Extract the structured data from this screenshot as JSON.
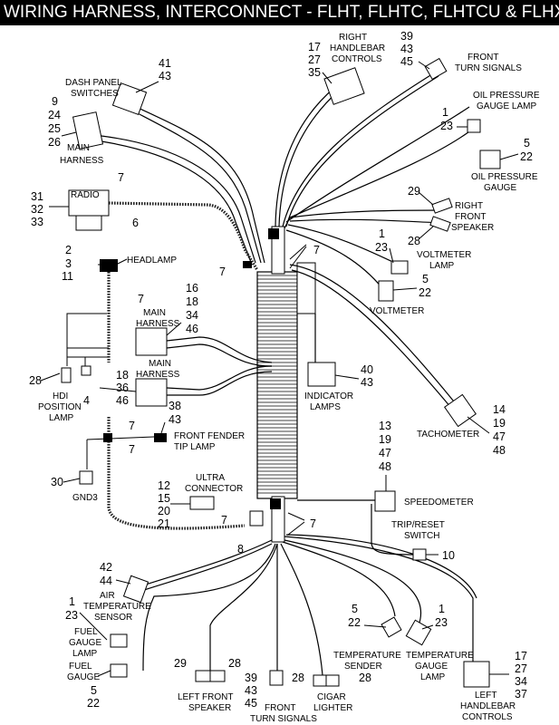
{
  "title": "WIRING HARNESS, INTERCONNECT - FLHT, FLHTC, FLHTCU & FLHX",
  "callouts": {
    "c41_43": [
      "41",
      "43"
    ],
    "dash_panel": [
      "DASH PANEL",
      "SWITCHES"
    ],
    "c9_26": [
      "9",
      "24",
      "25",
      "26"
    ],
    "main_harness_top": [
      "MAIN",
      "HARNESS"
    ],
    "c7_radio": "7",
    "radio": "RADIO",
    "c31_33": [
      "31",
      "32",
      "33"
    ],
    "c6": "6",
    "c2_3_11": [
      "2",
      "3",
      "11"
    ],
    "headlamp": "HEADLAMP",
    "c7_headlamp": "7",
    "c7_left": "7",
    "c16_46": [
      "16",
      "18",
      "34",
      "46"
    ],
    "main_harness_mid": [
      "MAIN",
      "HARNESS"
    ],
    "c28_hdi": "28",
    "c4": "4",
    "hdi": [
      "HDI",
      "POSITION",
      "LAMP"
    ],
    "c18_46": [
      "18",
      "36",
      "46"
    ],
    "main_harness_low": [
      "MAIN",
      "HARNESS"
    ],
    "c38": "38",
    "c43_fender": "43",
    "front_fender": [
      "FRONT FENDER",
      "TIP LAMP"
    ],
    "c7_fender_a": "7",
    "c7_fender_b": "7",
    "c30": "30",
    "gnd3": "GND3",
    "c12_21": [
      "12",
      "15",
      "20",
      "21"
    ],
    "ultra": [
      "ULTRA",
      "CONNECTOR"
    ],
    "c7_ultra": "7",
    "c8": "8",
    "c42_44": [
      "42",
      "44"
    ],
    "air_temp": [
      "AIR",
      "TEMPERATURE",
      "SENSOR"
    ],
    "c1_23_air": [
      "1",
      "23"
    ],
    "fuel_gauge_lamp": [
      "FUEL",
      "GAUGE",
      "LAMP"
    ],
    "fuel_gauge": [
      "FUEL",
      "GAUGE"
    ],
    "c5_22_fuel": [
      "5",
      "22"
    ],
    "c29_left": "29",
    "c28_left": "28",
    "left_front_speaker": [
      "LEFT FRONT",
      "SPEAKER"
    ],
    "c39_45_bottom": [
      "39",
      "43",
      "45"
    ],
    "front_turn_bottom": [
      "FRONT",
      "TURN SIGNALS"
    ],
    "c28_cigar_a": "28",
    "c28_cigar_b": "28",
    "cigar": [
      "CIGAR",
      "LIGHTER"
    ],
    "c5_22_temp": [
      "5",
      "22"
    ],
    "temp_sender": "TEMPERATURE",
    "sender": "SENDER",
    "c1_23_temp": [
      "1",
      "23"
    ],
    "temp_gauge_lamp": [
      "TEMPERATURE",
      "GAUGE",
      "LAMP"
    ],
    "c17_37": [
      "17",
      "27",
      "34",
      "37"
    ],
    "left_handlebar": [
      "LEFT",
      "HANDLEBAR",
      "CONTROLS"
    ],
    "c17_35": [
      "17",
      "27",
      "35"
    ],
    "right_handlebar": [
      "RIGHT",
      "HANDLEBAR",
      "CONTROLS"
    ],
    "c39_45_top": [
      "39",
      "43",
      "45"
    ],
    "front_turn_top": [
      "FRONT",
      "TURN SIGNALS"
    ],
    "oil_lamp": [
      "OIL PRESSURE",
      "GAUGE LAMP"
    ],
    "c1_23_oil": [
      "1",
      "23"
    ],
    "c5_22_oil": [
      "5",
      "22"
    ],
    "oil_gauge": [
      "OIL PRESSURE",
      "GAUGE"
    ],
    "c29_right": "29",
    "right_speaker": [
      "RIGHT",
      "FRONT",
      "SPEAKER"
    ],
    "c28_right": "28",
    "c7_right_top": "7",
    "c1_23_volt": [
      "1",
      "23"
    ],
    "volt_lamp": [
      "VOLTMETER",
      "LAMP"
    ],
    "c5_22_volt": [
      "5",
      "22"
    ],
    "voltmeter": "VOLTMETER",
    "c40_43": [
      "40",
      "43"
    ],
    "indicator": [
      "INDICATOR",
      "LAMPS"
    ],
    "c14_48": [
      "14",
      "19",
      "47",
      "48"
    ],
    "tachometer": "TACHOMETER",
    "c13_48": [
      "13",
      "19",
      "47",
      "48"
    ],
    "speedometer": "SPEEDOMETER",
    "trip": [
      "TRIP/RESET",
      "SWITCH"
    ],
    "c10": "10",
    "c7_right_bottom": "7"
  }
}
